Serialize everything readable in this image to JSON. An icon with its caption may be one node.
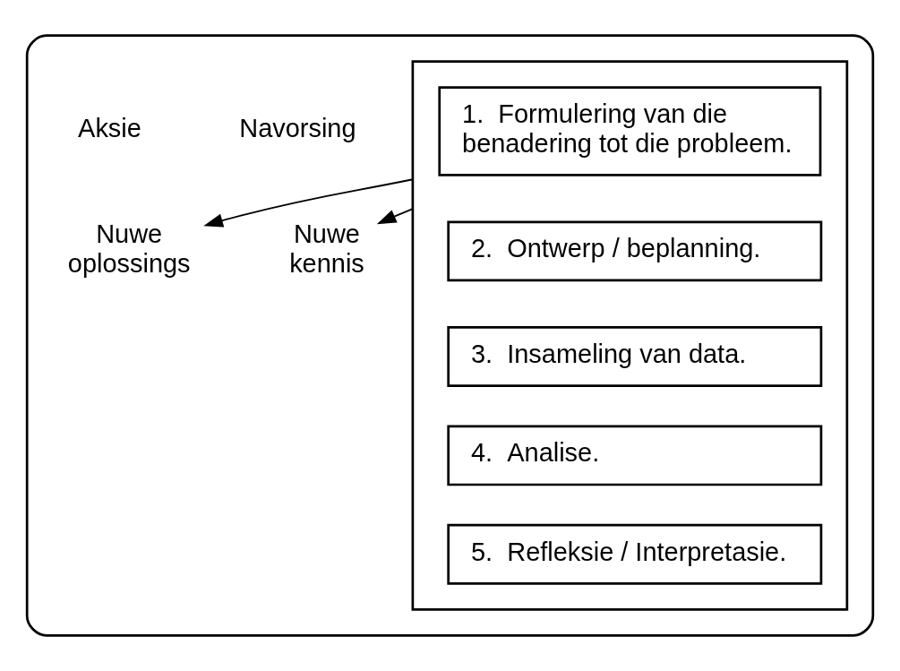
{
  "diagram": {
    "nodes": [
      {
        "text": [],
        "shape": "box"
      },
      {
        "text": [],
        "shape": "box",
        "in": 0
      },
      {
        "text": [
          "1.  Formulering van die benadering tot die probleem."
        ],
        "in": 1
      },
      {
        "text": [
          "2.  Ontwerp / beplanning."
        ],
        "in": 1
      },
      {
        "text": [
          "3.  Insameling van data."
        ],
        "in": 1
      },
      {
        "text": [
          "4.  Analise."
        ],
        "in": 1
      },
      {
        "text": [
          "5.  Refleksie / Interpretasie."
        ],
        "in": 1
      },
      {
        "text": [
          "Nuwe kennis"
        ],
        "in": 0
      },
      {
        "text": [
          "Nuwe oplossings"
        ],
        "in": 0
      }
    ],
    "edges": [
      {
        "from": 1,
        "to": 7,
        "arrow": "to"
      },
      {
        "from": 1,
        "to": 8,
        "arrow": "to"
      }
    ],
    "labels": [
      "Navorsing",
      "Aksie"
    ]
  }
}
